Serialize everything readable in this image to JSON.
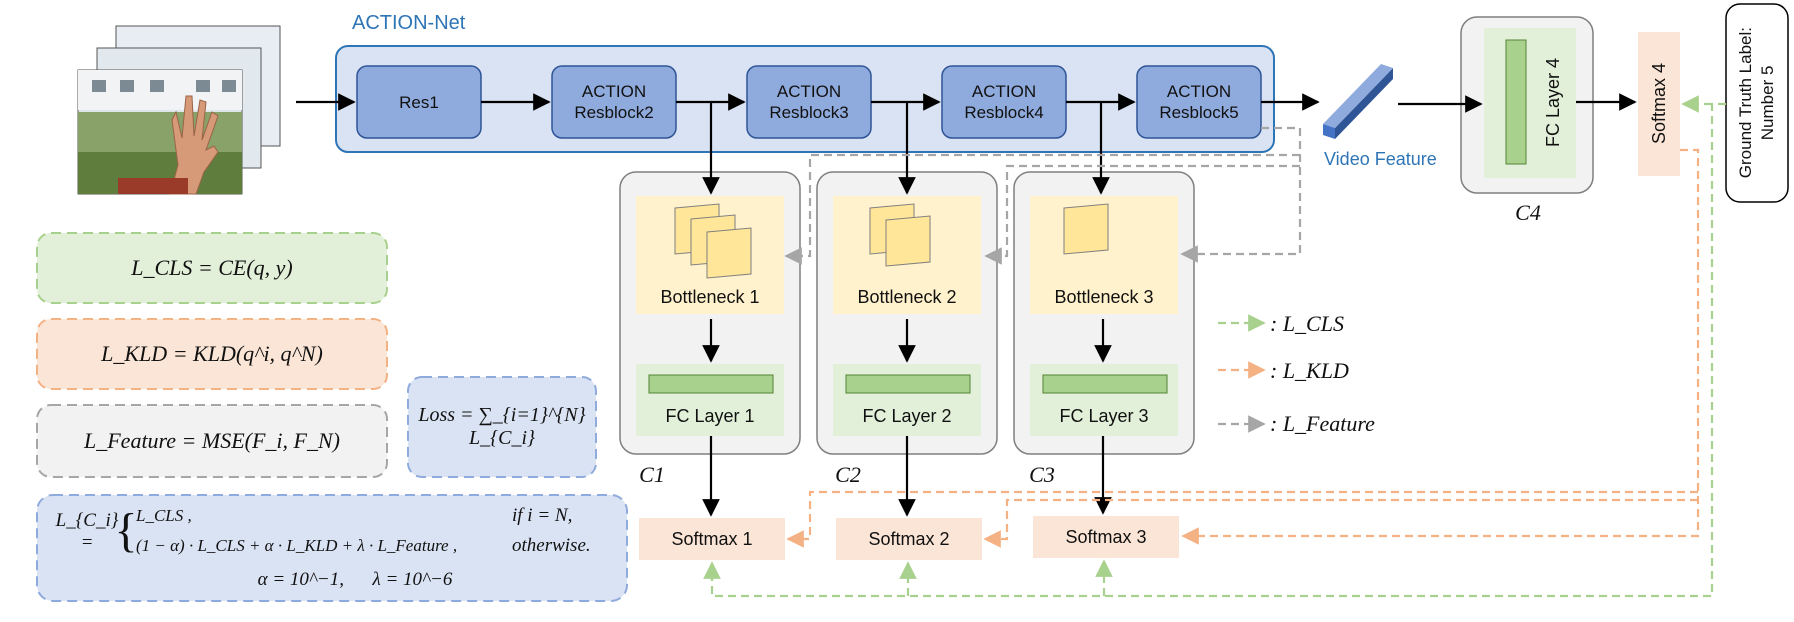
{
  "action_net": {
    "title": "ACTION-Net",
    "blocks": [
      "Res1",
      "ACTION\nResblock2",
      "ACTION\nResblock3",
      "ACTION\nResblock4",
      "ACTION\nResblock5"
    ]
  },
  "video_feature": "Video Feature",
  "branches": [
    {
      "classifier": "C1",
      "bottleneck": "Bottleneck 1",
      "fc": "FC Layer 1",
      "softmax": "Softmax 1"
    },
    {
      "classifier": "C2",
      "bottleneck": "Bottleneck 2",
      "fc": "FC Layer 2",
      "softmax": "Softmax 2"
    },
    {
      "classifier": "C3",
      "bottleneck": "Bottleneck 3",
      "fc": "FC Layer 3",
      "softmax": "Softmax 3"
    }
  ],
  "final_branch": {
    "classifier": "C4",
    "fc": "FC Layer 4",
    "softmax": "Softmax 4"
  },
  "ground_truth": "Ground Truth Label:\nNumber 5",
  "legend": [
    {
      "label": ": L_CLS",
      "color": "#9dd07e"
    },
    {
      "label": ": L_KLD",
      "color": "#f5b27f"
    },
    {
      "label": ": L_Feature",
      "color": "#a6a6a6"
    }
  ],
  "formulas": {
    "cls": "L_CLS = CE(q, y)",
    "kld": "L_KLD = KLD(q^i, q^N)",
    "feature": "L_Feature = MSE(F_i, F_N)",
    "loss": "Loss = ∑_{i=1}^{N} L_{C_i}",
    "lci_lhs": "L_{C_i} =",
    "lci_case1": "L_CLS ,",
    "lci_cond1": "if i = N,",
    "lci_case2": "(1 − α) · L_CLS + α · L_KLD + λ · L_Feature ,",
    "lci_cond2": "otherwise.",
    "lci_params": "α = 10^−1,      λ = 10^−6"
  },
  "colors": {
    "action_net_fill": "#dae3f3",
    "action_net_border": "#2e75b6",
    "block_fill": "#8faadc",
    "block_border": "#2f5597",
    "bottleneck_fill": "#fff2cc",
    "feature_map_fill": "#ffe699",
    "fc_fill": "#e2f0d9",
    "fc_bar": "#a9d18e",
    "softmax_fill": "#fbe5d6",
    "classifier_fill": "#f2f2f2",
    "loss_fill": "#dae3f3",
    "green_arrow": "#a9d18e",
    "orange_arrow": "#f4b183",
    "gray_arrow": "#a6a6a6"
  },
  "icons": [
    "hand-video-frames-image",
    "video-feature-prism-icon"
  ]
}
